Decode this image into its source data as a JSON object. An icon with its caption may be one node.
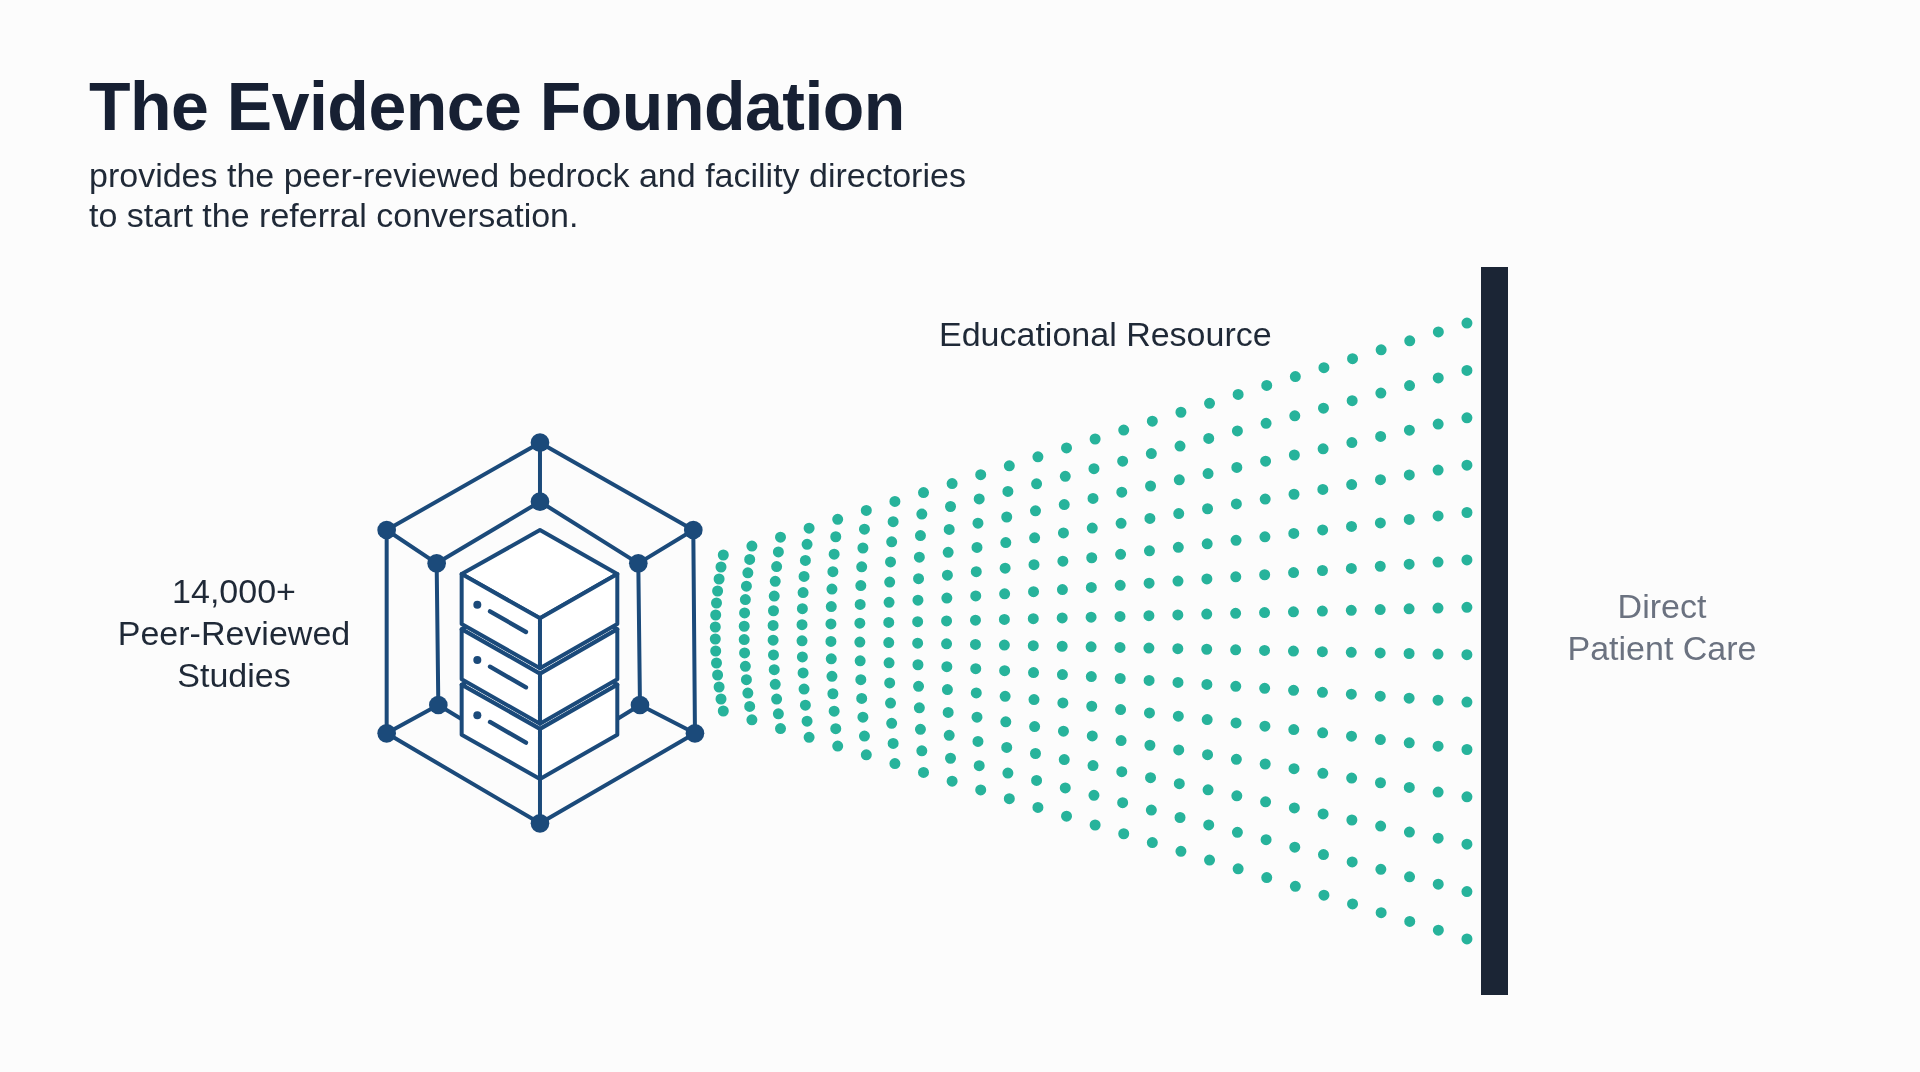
{
  "diagram": {
    "title": "The Evidence Foundation",
    "caption": "provides the peer-reviewed bedrock and facility directories to start the referral conversation.",
    "nodes": [
      {
        "text": [],
        "shape": "picture",
        "beside": [
          "14,000+ Peer-Reviewed Studies"
        ]
      },
      {
        "text": [],
        "shape": "bar",
        "beside": [
          "Direct Patient Care"
        ]
      }
    ],
    "edges": [
      {
        "from": 0,
        "to": 1,
        "arrow": "none",
        "label": "Educational Resource",
        "style": "dashed"
      }
    ]
  }
}
